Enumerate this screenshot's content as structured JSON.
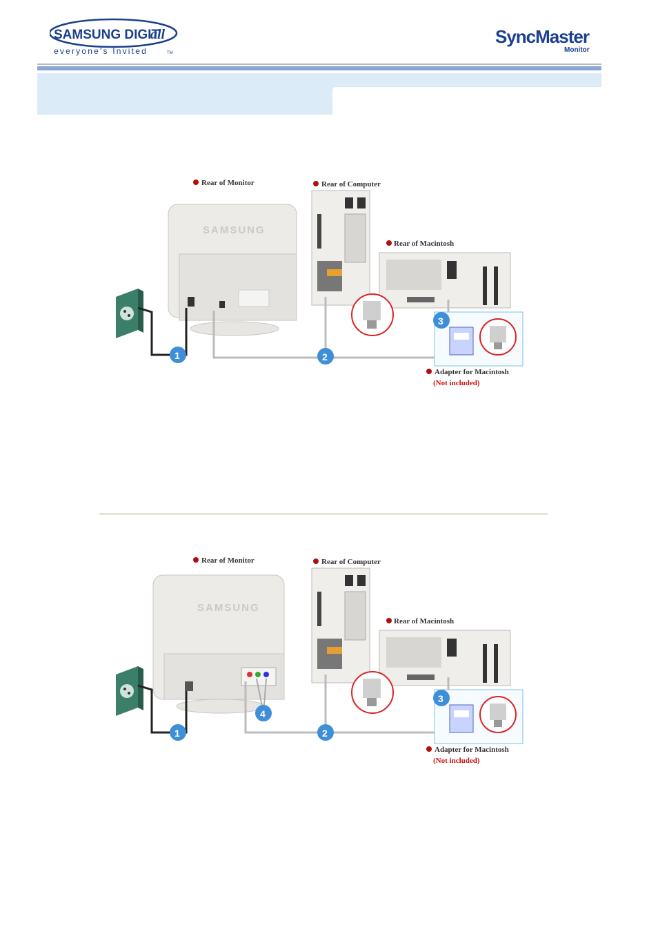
{
  "header": {
    "brand_main": "SAMSUNG DIGIT",
    "brand_all": "all",
    "brand_tagline": "everyone's Invited",
    "brand_tm": "TM",
    "product_name": "SyncMaster",
    "product_sub": "Monitor"
  },
  "diagrams": [
    {
      "rear_monitor": "Rear of Monitor",
      "rear_computer": "Rear of Computer",
      "rear_mac": "Rear of  Macintosh",
      "adapter": "Adapter for Macintosh",
      "not_included": "(Not included)",
      "monitor_brand": "SAMSUNG",
      "steps": [
        "1",
        "2",
        "3"
      ]
    },
    {
      "rear_monitor": "Rear of Monitor",
      "rear_computer": "Rear of Computer",
      "rear_mac": "Rear of  Macintosh",
      "adapter": "Adapter for Macintosh",
      "not_included": "(Not included)",
      "monitor_brand": "SAMSUNG",
      "steps": [
        "1",
        "2",
        "3",
        "4"
      ]
    }
  ],
  "colors": {
    "accent_blue": "#8aa6d4",
    "banner_blue": "#dcebf8",
    "step_blue": "#3f8fd8",
    "label_dot": "#b01010"
  }
}
